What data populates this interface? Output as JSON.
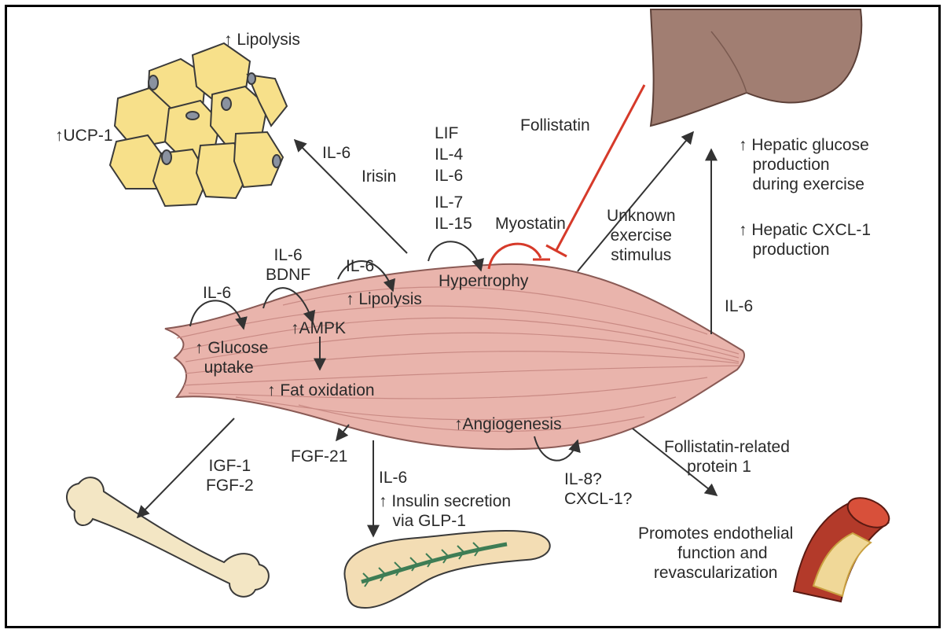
{
  "adipose": {
    "lipolysis": "↑ Lipolysis",
    "ucp1": "↑UCP-1"
  },
  "to_fat": {
    "il6": "IL-6",
    "irisin": "Irisin"
  },
  "hypertrophy_signals": [
    "LIF",
    "IL-4",
    "IL-6",
    "IL-7",
    "IL-15"
  ],
  "follistatin": "Follistatin",
  "myostatin": "Myostatin",
  "unknown_stimulus": "Unknown\nexercise\nstimulus",
  "liver_effects": {
    "glucose": "↑ Hepatic glucose\n   production\n   during exercise",
    "cxcl1": "↑ Hepatic CXCL-1\n   production"
  },
  "liver_arrow_label": "IL-6",
  "muscle": {
    "il6_glucose": "IL-6",
    "glucose_uptake": "↑ Glucose\n  uptake",
    "il6_bdnf": "IL-6\nBDNF",
    "ampk": "↑AMPK",
    "fat_oxidation": "↑ Fat oxidation",
    "il6_lipolysis": "IL-6",
    "lipolysis": "↑ Lipolysis",
    "hypertrophy": "Hypertrophy",
    "angiogenesis": "↑Angiogenesis",
    "il8_cxcl1": "IL-8?\nCXCL-1?"
  },
  "bone_factors": "IGF-1\nFGF-2",
  "fgf21": "FGF-21",
  "pancreas": {
    "il6": "IL-6",
    "insulin": "↑ Insulin secretion\n   via GLP-1"
  },
  "vessel": {
    "fstl1": "Follistatin-related\n     protein 1",
    "endothelial": "Promotes endothelial\n   function and\nrevascularization"
  }
}
